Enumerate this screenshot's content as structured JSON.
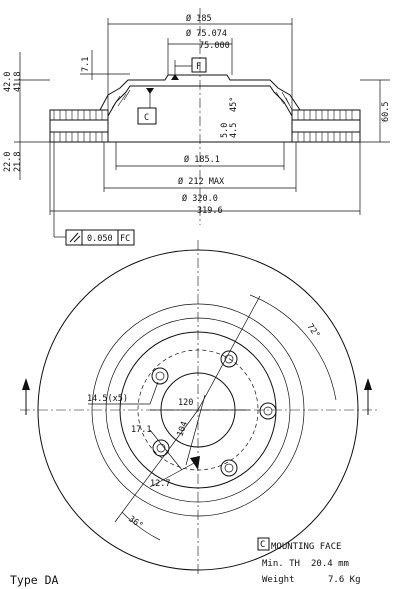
{
  "side_view": {
    "dims": {
      "d185": "Ø 185",
      "d75_074": "Ø 75.074",
      "d75_000": "75.000",
      "t7_1": "7.1",
      "t42_0": "42.0",
      "t41_8": "41.8",
      "t22_0": "22.0",
      "t21_8": "21.8",
      "t5_0": "5.0",
      "t4_5": "4.5",
      "angle45": "45°",
      "t60_5": "60.5",
      "d185_1": "Ø 185.1",
      "d212": "Ø 212 MAX",
      "d320_0": "Ø 320.0",
      "d319_6": "319.6"
    },
    "datum_f": "F",
    "datum_c": "C",
    "tolerance": {
      "value": "0.050",
      "datum": "FC"
    }
  },
  "front_view": {
    "dims": {
      "angle72": "72°",
      "bore": "14.5(x5)",
      "pcd120": "120",
      "pcd104": "104",
      "r17_1": "17.1",
      "r12_7": "12.7",
      "angle36": "36°"
    }
  },
  "legend": {
    "mounting_mark": "C",
    "mounting_face": "MOUNTING FACE",
    "min_th_label": "Min. TH",
    "min_th_value": "20.4 mm",
    "weight_label": "Weight",
    "weight_value": "7.6 Kg"
  },
  "type_label": "Type DA"
}
